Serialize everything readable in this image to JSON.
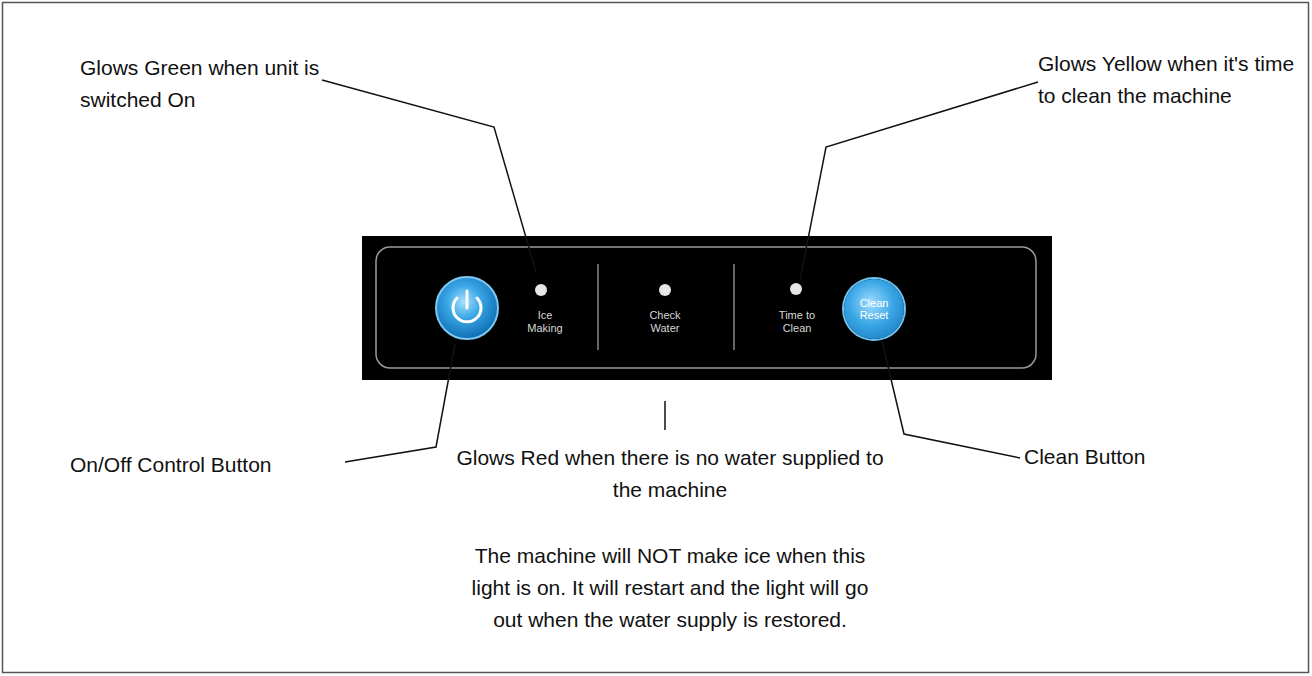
{
  "diagram": {
    "nodes": [
      {
        "text": [
          "Ice Making",
          "Check Water",
          "Time to Clean"
        ]
      },
      {
        "text": [
          "Clean Reset"
        ],
        "in": 0
      }
    ],
    "labels": [
      "Glows Green when unit is switched On",
      "Glows Yellow when it's time to clean the machine",
      "On/Off Control Button",
      "Glows Red when there is no water supplied to the machine",
      "The machine will NOT make ice when this light is on. It will restart and the light will go out when the water supply is restored.",
      "Clean Button"
    ]
  }
}
